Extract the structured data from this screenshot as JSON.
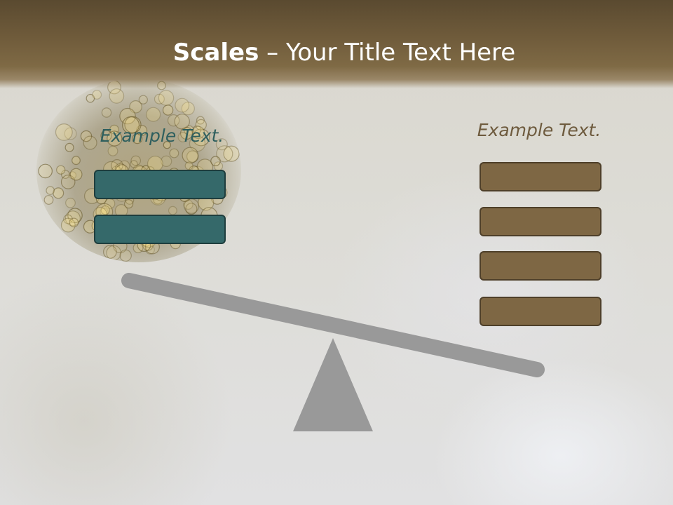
{
  "slide": {
    "title_strong": "Scales",
    "title_rest": " – Your Title Text Here"
  },
  "left_side": {
    "heading": "Example Text.",
    "box_count": 2,
    "color": "#35696a"
  },
  "right_side": {
    "heading": "Example Text.",
    "box_count": 4,
    "color": "#7e6744"
  },
  "colors": {
    "header": "#6e5a3a",
    "beam": "#999999",
    "left_text": "#2e5f5e",
    "right_text": "#6e5b3e"
  }
}
